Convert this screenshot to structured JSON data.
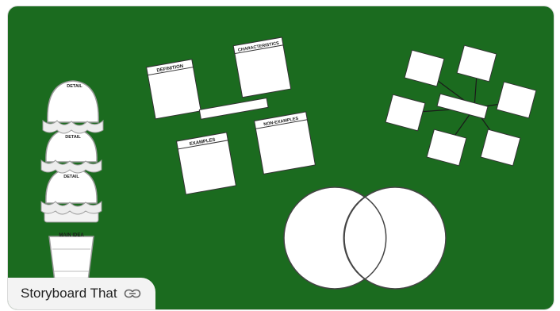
{
  "colors": {
    "background": "#1b6b1f",
    "paper": "#ffffff",
    "outline": "#333333",
    "tag_bg": "#f3f3f3"
  },
  "ice_cream_cone": {
    "scoop_labels": [
      "DETAIL",
      "DETAIL",
      "DETAIL"
    ],
    "cone_label": "MAIN IDEA"
  },
  "frayer_model": {
    "definition_label": "DEFINITION",
    "characteristics_label": "CHARACTERISTICS",
    "examples_label": "EXAMPLES",
    "non_examples_label": "NON-EXAMPLES"
  },
  "venn_diagram": {
    "circles": 2
  },
  "spider_map": {
    "satellite_boxes": 6
  },
  "source_tag": {
    "label": "Storyboard That",
    "icon": "link-icon"
  }
}
